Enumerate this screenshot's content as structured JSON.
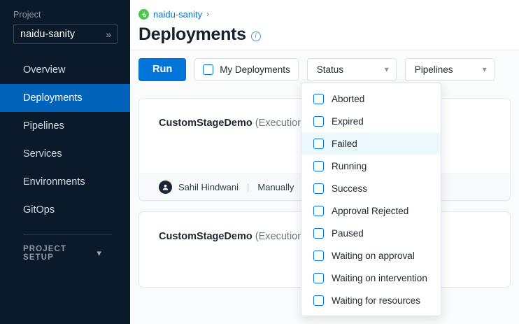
{
  "sidebar": {
    "project_label": "Project",
    "project_name": "naidu-sanity",
    "project_chevron": "chevron-right-double-icon",
    "items": [
      {
        "label": "Overview",
        "active": false
      },
      {
        "label": "Deployments",
        "active": true
      },
      {
        "label": "Pipelines",
        "active": false
      },
      {
        "label": "Services",
        "active": false
      },
      {
        "label": "Environments",
        "active": false
      },
      {
        "label": "GitOps",
        "active": false
      }
    ],
    "setup_section": {
      "label": "PROJECT SETUP",
      "chevron": "chevron-down-icon"
    }
  },
  "header": {
    "breadcrumb": {
      "icon": "project-link-icon",
      "link": "naidu-sanity",
      "separator": "›"
    },
    "title": "Deployments",
    "info_icon": "info-icon"
  },
  "toolbar": {
    "run_label": "Run",
    "my_deployments_label": "My Deployments",
    "my_deployments_checked": false,
    "status_label": "Status",
    "pipelines_label": "Pipelines",
    "chevron": "⌄"
  },
  "status_menu": {
    "options": [
      {
        "label": "Aborted",
        "checked": false,
        "hovered": false
      },
      {
        "label": "Expired",
        "checked": false,
        "hovered": false
      },
      {
        "label": "Failed",
        "checked": false,
        "hovered": true
      },
      {
        "label": "Running",
        "checked": false,
        "hovered": false
      },
      {
        "label": "Success",
        "checked": false,
        "hovered": false
      },
      {
        "label": "Approval Rejected",
        "checked": false,
        "hovered": false
      },
      {
        "label": "Paused",
        "checked": false,
        "hovered": false
      },
      {
        "label": "Waiting on approval",
        "checked": false,
        "hovered": false
      },
      {
        "label": "Waiting on intervention",
        "checked": false,
        "hovered": false
      },
      {
        "label": "Waiting for resources",
        "checked": false,
        "hovered": false
      }
    ]
  },
  "cards": [
    {
      "pipeline_name": "CustomStageDemo",
      "execution_text": "(Execution Id",
      "footer": {
        "user": "Sahil Hindwani",
        "trigger": "Manually",
        "avatar_icon": "user-avatar-icon"
      },
      "has_footer": true
    },
    {
      "pipeline_name": "CustomStageDemo",
      "execution_text": "(Execution Id",
      "footer": {
        "user": "",
        "trigger": "",
        "avatar_icon": "user-avatar-icon"
      },
      "has_footer": false
    }
  ],
  "colors": {
    "sidebar_bg": "#0b1a2b",
    "accent_blue": "#0275d8",
    "active_nav": "#0163ba",
    "hover_row": "#eef9fe",
    "breadcrumb_green": "#4dc553"
  }
}
